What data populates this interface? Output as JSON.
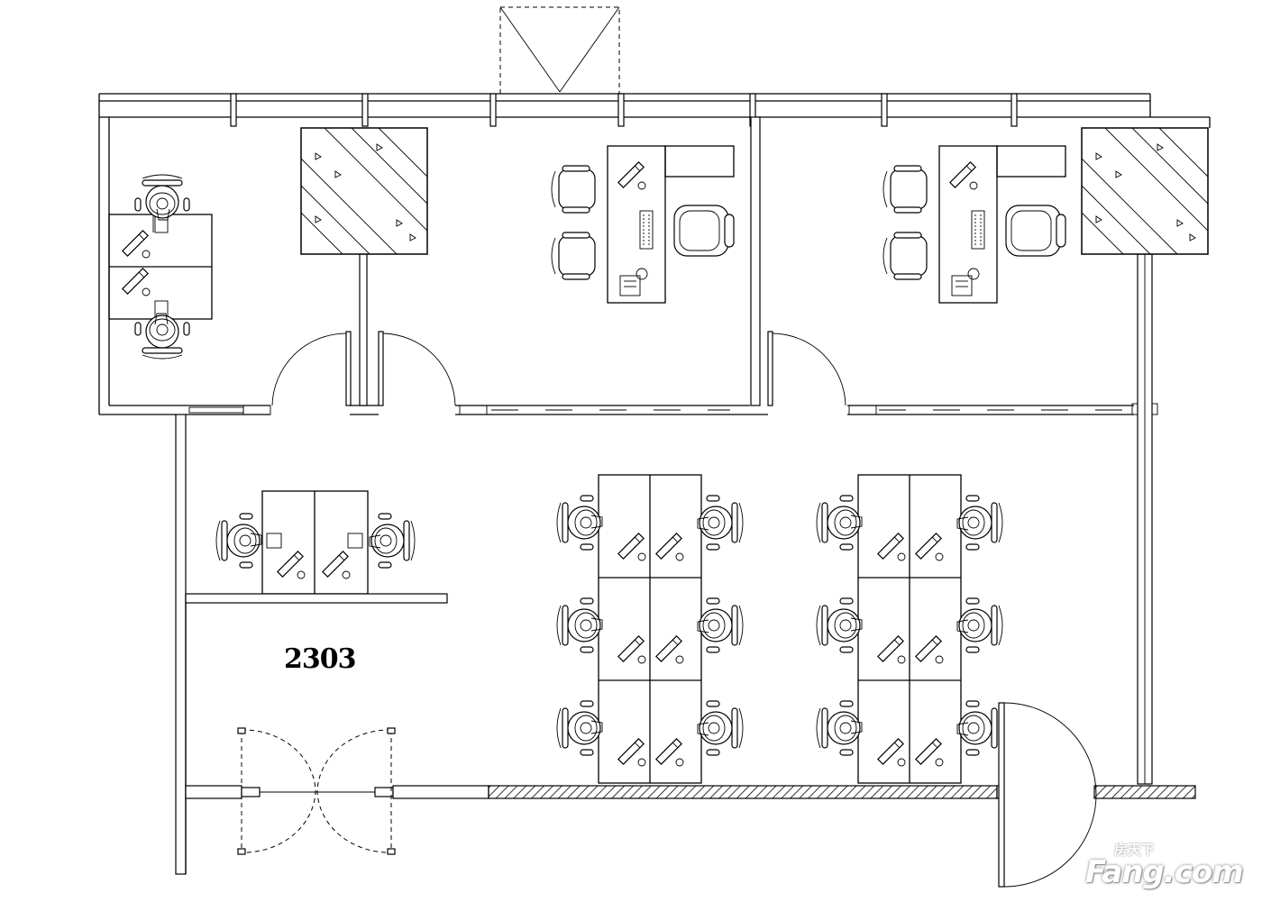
{
  "room_number": "2303",
  "watermark": {
    "small_text": "房天下",
    "brand_text": "Fang.com"
  },
  "colors": {
    "line": "#000000",
    "background": "#ffffff",
    "watermark": "#ffffff"
  }
}
